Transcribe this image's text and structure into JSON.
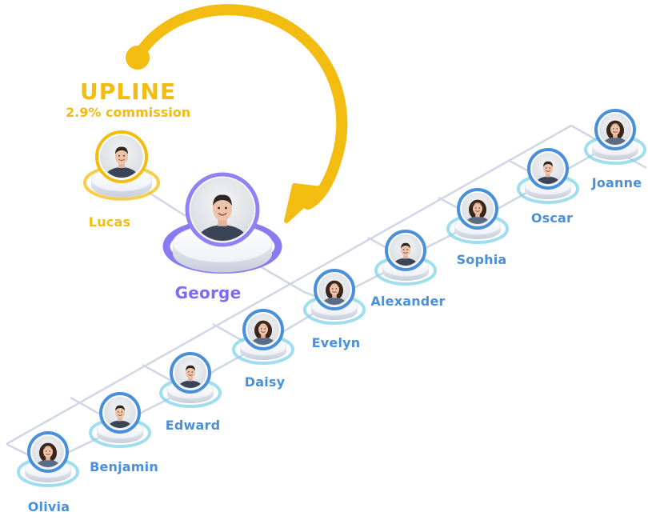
{
  "upline": {
    "title": "UPLINE",
    "commission": "2.9% commission"
  },
  "colors": {
    "gold": "#f2bd10",
    "purple": "#7b6cf0",
    "blue": "#4a90d9",
    "cyan": "#7fd3ea",
    "line": "#cfd6e6"
  },
  "people": {
    "lucas": {
      "name": "Lucas",
      "role": "upline",
      "icon": "man-avatar-icon"
    },
    "george": {
      "name": "George",
      "role": "self",
      "icon": "man-avatar-icon"
    },
    "downline": [
      {
        "name": "Olivia",
        "icon": "woman-avatar-icon"
      },
      {
        "name": "Benjamin",
        "icon": "man-avatar-icon"
      },
      {
        "name": "Edward",
        "icon": "man-avatar-icon"
      },
      {
        "name": "Daisy",
        "icon": "woman-avatar-icon"
      },
      {
        "name": "Evelyn",
        "icon": "woman-avatar-icon"
      },
      {
        "name": "Alexander",
        "icon": "man-avatar-icon"
      },
      {
        "name": "Sophia",
        "icon": "woman-avatar-icon"
      },
      {
        "name": "Oscar",
        "icon": "man-avatar-icon"
      },
      {
        "name": "Joanne",
        "icon": "woman-avatar-icon"
      }
    ]
  }
}
